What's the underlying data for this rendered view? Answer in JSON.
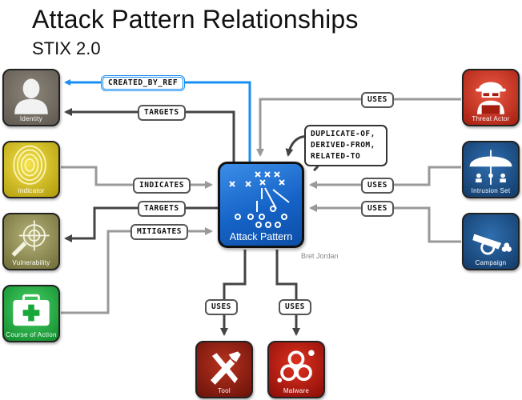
{
  "header": {
    "title": "Attack Pattern Relationships",
    "subtitle": "STIX 2.0"
  },
  "nodes": {
    "identity": {
      "label": "Identity",
      "color": "#6d675e"
    },
    "indicator": {
      "label": "Indicator",
      "color": "#c9b40f"
    },
    "vulnerability": {
      "label": "Vulnerability",
      "color": "#8a8a4a"
    },
    "course_of_action": {
      "label": "Course of Action",
      "color": "#18a83a"
    },
    "threat_actor": {
      "label": "Threat Actor",
      "color": "#d0321f"
    },
    "intrusion_set": {
      "label": "Intrusion Set",
      "color": "#1a4f8a"
    },
    "campaign": {
      "label": "Campaign",
      "color": "#1a4f8a"
    },
    "attack_pattern": {
      "label": "Attack Pattern",
      "color": "#1f6fd2"
    },
    "tool": {
      "label": "Tool",
      "color": "#8a1a12"
    },
    "malware": {
      "label": "Malware",
      "color": "#c01a12"
    }
  },
  "relationships": {
    "created_by_ref": "CREATED_BY_REF",
    "targets_identity": "TARGETS",
    "indicates": "INDICATES",
    "targets_vulnerability": "TARGETS",
    "mitigates": "MITIGATES",
    "uses_threat_actor": "USES",
    "uses_intrusion_set": "USES",
    "uses_campaign": "USES",
    "uses_tool": "USES",
    "uses_malware": "USES",
    "self": "DUPLICATE-OF, DERIVED-FROM, RELATED-TO"
  },
  "credit": "Bret Jordan",
  "colors": {
    "highlight_edge": "#1a8ef0",
    "dark_edge": "#444444",
    "light_edge": "#999999"
  }
}
